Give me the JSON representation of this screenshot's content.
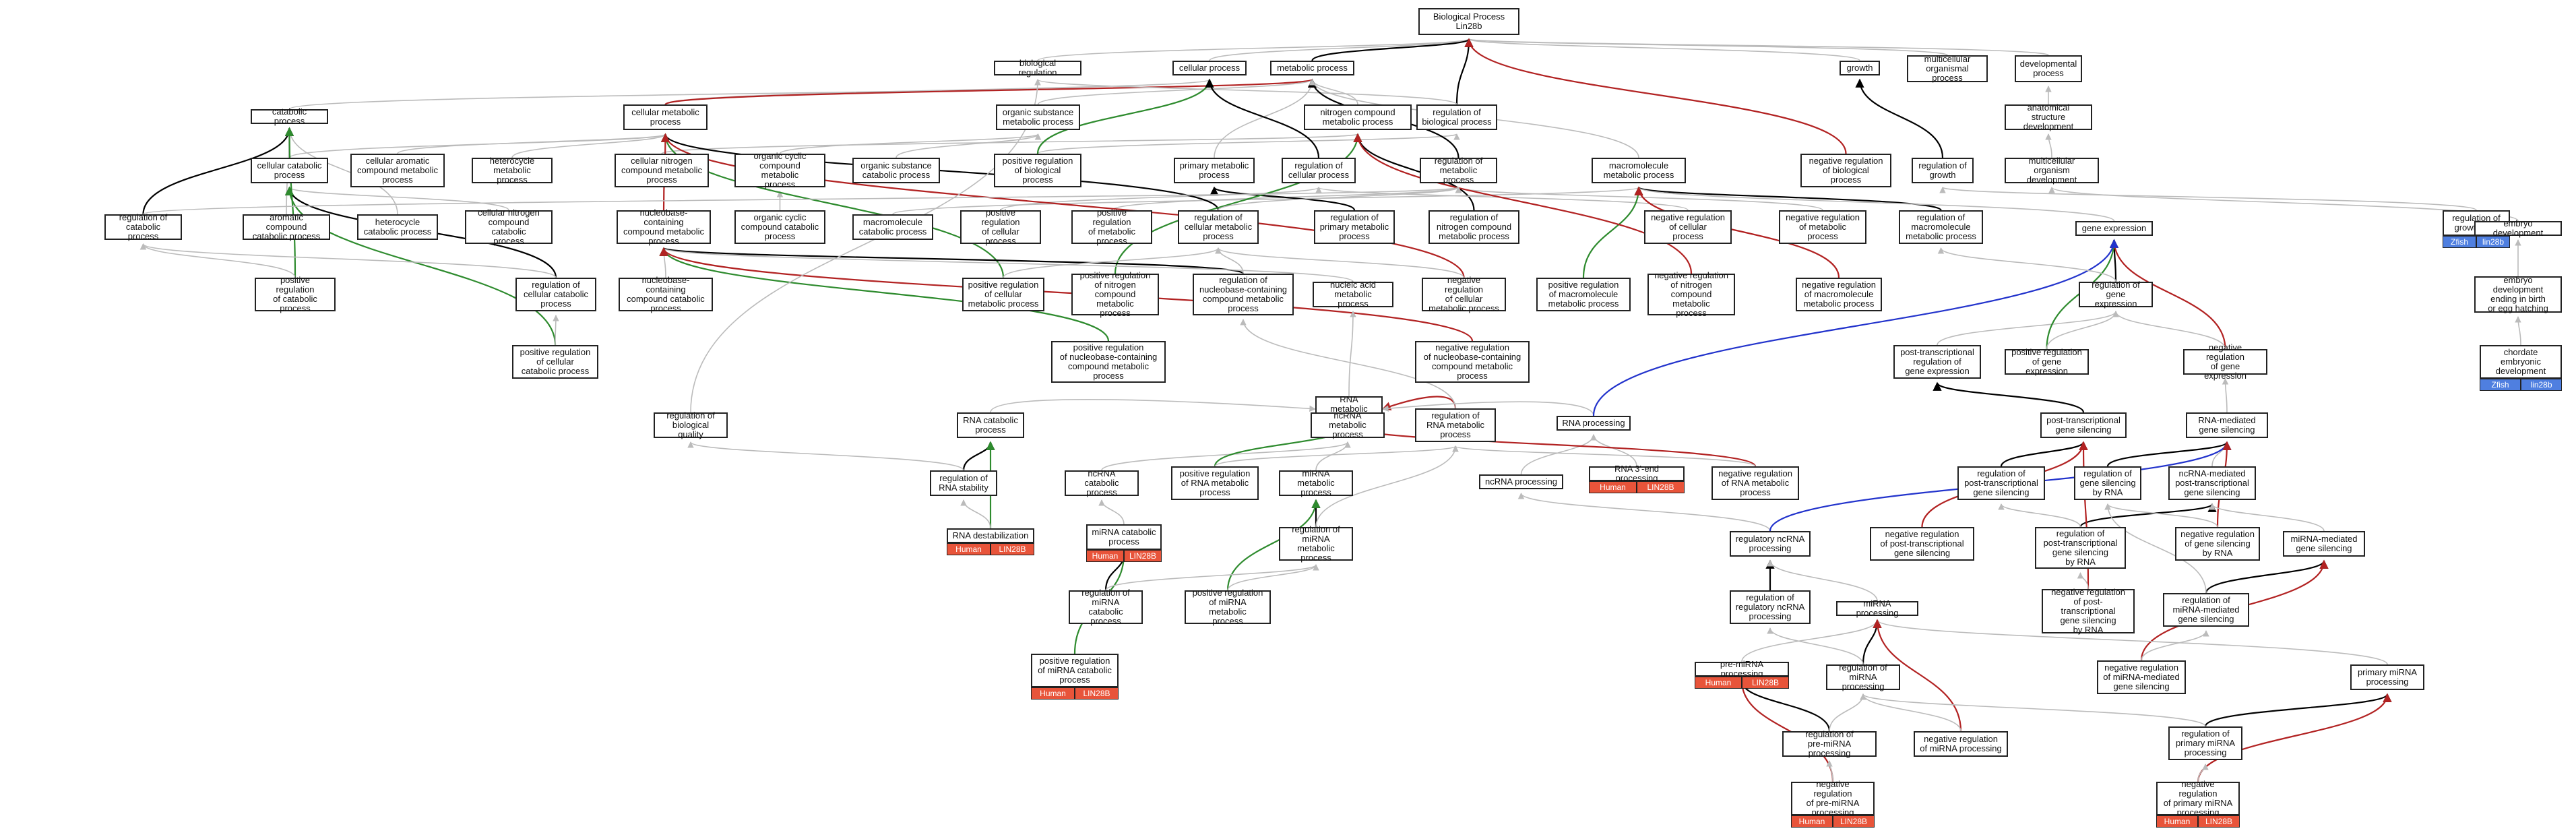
{
  "nodes": {
    "root": "Biological Process\nLin28b",
    "bio_reg": "biological regulation",
    "cell_proc": "cellular process",
    "met_proc": "metabolic process",
    "growth": "growth",
    "multicell": "multicellular\norganismal process",
    "dev_proc": "developmental\nprocess",
    "catab": "catabolic process",
    "cell_met": "cellular metabolic\nprocess",
    "org_sub_met": "organic substance\nmetabolic process",
    "nitro_met": "nitrogen compound\nmetabolic process",
    "reg_bio": "regulation of\nbiological process",
    "anat_dev": "anatomical structure\ndevelopment",
    "cell_catab": "cellular catabolic\nprocess",
    "cell_arom": "cellular aromatic\ncompound metabolic\nprocess",
    "hetero_met": "heterocycle\nmetabolic process",
    "cell_nitro": "cellular nitrogen\ncompound metabolic\nprocess",
    "org_cyc_met": "organic cyclic\ncompound metabolic\nprocess",
    "org_sub_cat": "organic substance\ncatabolic process",
    "pos_reg_bio": "positive regulation\nof biological\nprocess",
    "prim_met": "primary metabolic\nprocess",
    "reg_cell": "regulation of\ncellular process",
    "reg_met": "regulation of\nmetabolic process",
    "macro_met": "macromolecule\nmetabolic process",
    "neg_reg_bio": "negative regulation\nof biological\nprocess",
    "reg_growth": "regulation of\ngrowth",
    "multicell_dev": "multicellular\norganism development",
    "reg_catab": "regulation of\ncatabolic process",
    "arom_cat": "aromatic compound\ncatabolic process",
    "hetero_cat": "heterocycle\ncatabolic process",
    "cell_nitro_cat": "cellular nitrogen\ncompound catabolic\nprocess",
    "nucbase_met": "nucleobase-containing\ncompound metabolic\nprocess",
    "org_cyc_cat": "organic cyclic\ncompound catabolic\nprocess",
    "macro_cat": "macromolecule\ncatabolic process",
    "pos_reg_cell": "positive regulation\nof cellular\nprocess",
    "pos_reg_met": "positive regulation\nof metabolic\nprocess",
    "reg_cell_met": "regulation of\ncellular metabolic\nprocess",
    "reg_prim_met": "regulation of\nprimary metabolic\nprocess",
    "reg_nitro_met": "regulation of\nnitrogen compound\nmetabolic process",
    "neg_reg_cell": "negative regulation\nof cellular\nprocess",
    "neg_reg_met": "negative regulation\nof metabolic\nprocess",
    "reg_macro_met": "regulation of\nmacromolecule\nmetabolic process",
    "gene_expr": "gene expression",
    "reg_growth_rate": "regulation of\ngrowth rate",
    "embryo_dev": "embryo development",
    "pos_reg_catab": "positive regulation\nof catabolic\nprocess",
    "reg_cell_catab": "regulation of\ncellular catabolic\nprocess",
    "nucbase_cat": "nucleobase-containing\ncompound catabolic\nprocess",
    "pos_reg_cell_met": "positive regulation\nof cellular\nmetabolic process",
    "pos_reg_nitro": "positive regulation\nof nitrogen\ncompound metabolic\nprocess",
    "reg_nucbase": "regulation of\nnucleobase-containing\ncompound metabolic\nprocess",
    "nucacid_met": "nucleic acid\nmetabolic process",
    "neg_reg_cell_met": "negative regulation\nof cellular\nmetabolic process",
    "pos_reg_macro": "positive regulation\nof macromolecule\nmetabolic process",
    "neg_reg_nitro": "negative regulation\nof nitrogen\ncompound metabolic\nprocess",
    "neg_reg_macro": "negative regulation\nof macromolecule\nmetabolic process",
    "reg_gene_expr": "regulation of\ngene expression",
    "embryo_hatch": "embryo development\nending in birth\nor egg hatching",
    "pos_reg_cell_catab": "positive regulation\nof cellular\ncatabolic process",
    "pos_reg_nucbase": "positive regulation\nof nucleobase-containing\ncompound metabolic\nprocess",
    "rna_met": "RNA metabolic\nprocess",
    "neg_reg_nucbase": "negative regulation\nof nucleobase-containing\ncompound metabolic\nprocess",
    "post_trans_reg": "post-transcriptional\nregulation of\ngene expression",
    "pos_reg_gene": "positive regulation\nof gene expression",
    "neg_reg_gene": "negative regulation\nof gene expression",
    "chordate_dev": "chordate embryonic\ndevelopment",
    "reg_biol_quality": "regulation of\nbiological quality",
    "rna_catab": "RNA catabolic\nprocess",
    "ncrna_met": "ncRNA metabolic\nprocess",
    "reg_rna_met": "regulation of\nRNA metabolic\nprocess",
    "rna_processing": "RNA processing",
    "post_trans_silencing": "post-transcriptional\ngene silencing",
    "rna_med_silencing": "RNA-mediated\ngene silencing",
    "reg_rna_stab": "regulation of\nRNA stability",
    "ncrna_catab": "ncRNA catabolic\nprocess",
    "pos_reg_rna_met": "positive regulation\nof RNA metabolic\nprocess",
    "mirna_met": "miRNA metabolic\nprocess",
    "ncrna_processing": "ncRNA processing",
    "rna3_processing": "RNA 3'-end processing",
    "neg_reg_rna_met": "negative regulation\nof RNA metabolic\nprocess",
    "reg_post_trans_silencing": "regulation of\npost-transcriptional\ngene silencing",
    "gene_silencing_rna": "regulation of\ngene silencing\nby RNA",
    "ncrna_med_silencing": "ncRNA-mediated\npost-transcriptional\ngene silencing",
    "rna_destab": "RNA destabilization",
    "mirna_catab": "miRNA catabolic\nprocess",
    "reg_mirna_met": "regulation of\nmiRNA metabolic\nprocess",
    "reg_ncrna_proc": "regulatory ncRNA\nprocessing",
    "neg_reg_post_trans": "negative regulation\nof post-transcriptional\ngene silencing",
    "reg_post_trans_rna": "regulation of\npost-transcriptional\ngene silencing\nby RNA",
    "neg_reg_silencing_rna": "negative regulation\nof gene silencing\nby RNA",
    "mirna_med_silencing": "miRNA-mediated\ngene silencing",
    "reg_mirna_catab": "regulation of\nmiRNA catabolic\nprocess",
    "pos_reg_mirna_met": "positive regulation\nof miRNA metabolic\nprocess",
    "reg_reg_ncrna": "regulation of\nregulatory ncRNA\nprocessing",
    "mirna_processing": "miRNA processing",
    "neg_reg_post_trans_rna": "negative regulation\nof post-transcriptional\ngene silencing\nby RNA",
    "reg_mirna_silencing": "regulation of\nmiRNA-mediated\ngene silencing",
    "pos_reg_mirna_catab": "positive regulation\nof miRNA catabolic\nprocess",
    "pre_mirna_processing": "pre-miRNA processing",
    "reg_mirna_processing": "regulation of\nmiRNA processing",
    "neg_reg_mirna_silencing": "negative regulation\nof miRNA-mediated\ngene silencing",
    "primary_mirna": "primary miRNA\nprocessing",
    "reg_pre_mirna": "regulation of\npre-miRNA processing",
    "neg_reg_mirna_processing": "negative regulation\nof miRNA processing",
    "reg_primary_mirna": "regulation of\nprimary miRNA\nprocessing",
    "neg_reg_pre_mirna": "negative regulation\nof pre-miRNA\nprocessing",
    "neg_reg_primary_mirna": "negative regulation\nof primary miRNA\nprocessing"
  },
  "tags": {
    "human": "Human",
    "lin28b_upper": "LIN28B",
    "zfish": "Zfish",
    "lin28b_lower": "lin28b"
  },
  "colors": {
    "is_a": "#bbbbbb",
    "part_of": "#000000",
    "positively_regulates": "#2e8b2e",
    "negatively_regulates": "#b22222",
    "regulates": "#2233cc",
    "human_tag": "#e8543a",
    "zfish_tag": "#4f7fe0"
  }
}
